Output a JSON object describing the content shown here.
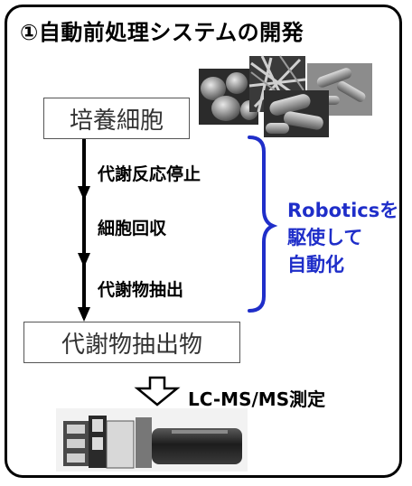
{
  "title": "①自動前処理システムの開発",
  "start_box": "培養細胞",
  "end_box": "代謝物抽出物",
  "steps": [
    "代謝反応停止",
    "細胞回収",
    "代謝物抽出"
  ],
  "robotics_text": {
    "line1": "Roboticsを",
    "line2": "駆使して",
    "line3": "自動化"
  },
  "measurement": "LC-MS/MS測定",
  "colors": {
    "accent": "#1f2ec9",
    "border": "#000000"
  }
}
